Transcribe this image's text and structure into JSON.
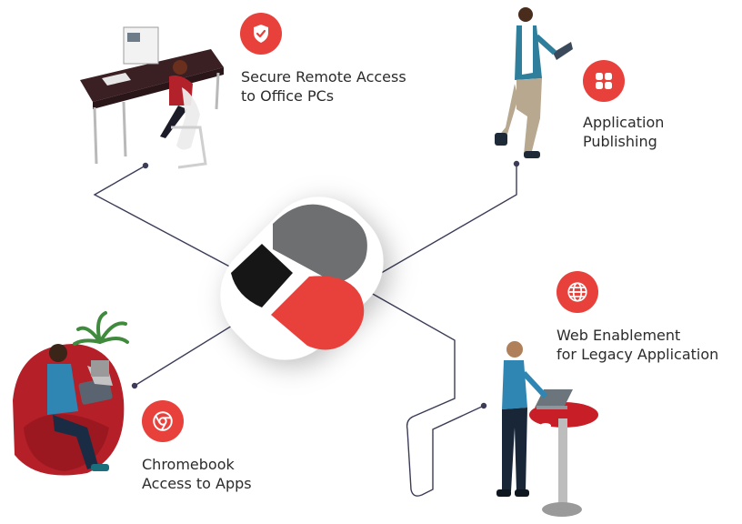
{
  "features": [
    {
      "id": "secure-remote-access",
      "icon": "shield-check-icon",
      "lines": [
        "Secure Remote Access",
        "to Office PCs"
      ]
    },
    {
      "id": "application-publishing",
      "icon": "app-grid-icon",
      "lines": [
        "Application",
        "Publishing"
      ]
    },
    {
      "id": "web-enablement",
      "icon": "globe-icon",
      "lines": [
        "Web Enablement",
        "for Legacy Application"
      ]
    },
    {
      "id": "chromebook-access",
      "icon": "chrome-icon",
      "lines": [
        "Chromebook",
        "Access to Apps"
      ]
    }
  ],
  "colors": {
    "accent": "#e8403b",
    "logo_gray": "#6e6f71",
    "logo_black": "#161616",
    "logo_red": "#e8403b",
    "connector": "#3c3c58",
    "text": "#2b2b2b"
  }
}
